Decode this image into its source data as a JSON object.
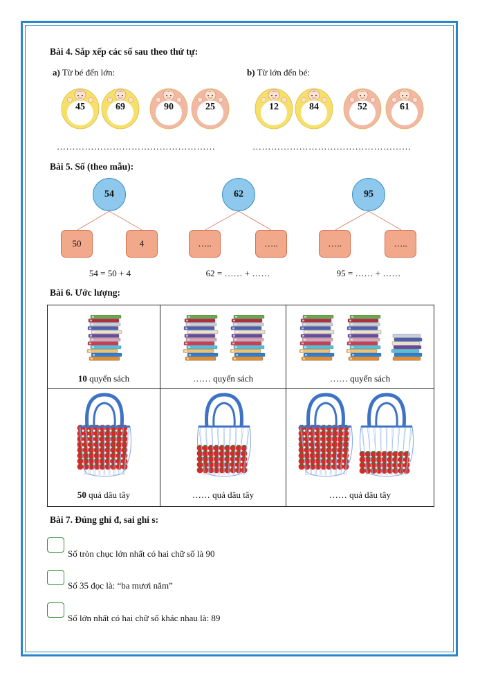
{
  "bai4": {
    "title": "Bài 4. Sắp xếp các số sau theo thứ tự:",
    "a_letter": "a)",
    "a_text": "Từ bé đến lớn:",
    "b_letter": "b)",
    "b_text": "Từ lớn đến bé:",
    "a_numbers": [
      "45",
      "69",
      "90",
      "25"
    ],
    "b_numbers": [
      "12",
      "84",
      "52",
      "61"
    ],
    "answer_line": "……………………………………………"
  },
  "bai5": {
    "title": "Bài 5. Số (theo mẫu):",
    "trees": [
      {
        "top": "54",
        "left": "50",
        "right": "4",
        "equation": "54 = 50 + 4"
      },
      {
        "top": "62",
        "left": "…..",
        "right": "…..",
        "equation": "62 = …… + ……"
      },
      {
        "top": "95",
        "left": "…..",
        "right": "…..",
        "equation": "95 = …… + ……"
      }
    ]
  },
  "bai6": {
    "title": "Bài 6. Ước lượng:",
    "book_captions": [
      {
        "num": "10",
        "text": " quyển sách"
      },
      {
        "num": "……",
        "text": " quyển sách"
      },
      {
        "num": "……",
        "text": " quyển sách"
      }
    ],
    "bag_captions": [
      {
        "num": "50",
        "text": " quả dâu tây"
      },
      {
        "num": "……",
        "text": " quả dâu tây"
      },
      {
        "num": "……",
        "text": " quả dâu tây"
      }
    ]
  },
  "bai7": {
    "title": "Bài 7. Đúng ghi đ, sai ghi s:",
    "statements": [
      "Số tròn chục lớn nhất có hai chữ số là 90",
      "Số 35 đọc là: “ba mươi năm”",
      "Số lớn nhất có hai chữ số khác nhau là: 89"
    ]
  },
  "colors": {
    "frame": "#2a86c9",
    "circle": "#8ec8ec",
    "box": "#f2a88a",
    "badge_yellow": "#f6e06a",
    "badge_pink": "#f3b7a6"
  },
  "icons": {
    "badge": "child-face-icon",
    "books": "book-stack-icon",
    "bag": "strawberry-bag-icon",
    "checkbox": "checkbox-icon"
  }
}
